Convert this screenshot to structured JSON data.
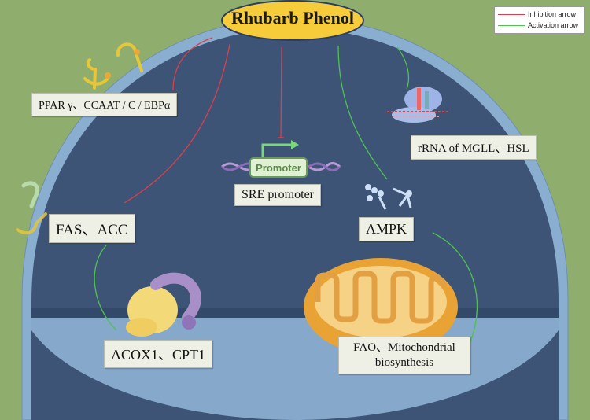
{
  "title": "Rhubarb Phenol",
  "legend": {
    "inhibition": "Inhibition arrow",
    "activation": "Activation arrow"
  },
  "nodes": {
    "ppar": "PPAR γ、CCAAT / C / EBPα",
    "fas": "FAS、ACC",
    "acox": "ACOX1、CPT1",
    "sre": "SRE promoter",
    "promoter": "Promoter",
    "rrna": "rRNA of MGLL、HSL",
    "ampk": "AMPK",
    "fao": "FAO、Mitochondrial biosynthesis"
  },
  "colors": {
    "background": "#8fae6e",
    "cell": "#3d5476",
    "membrane": "#8aaed0",
    "inhibition": "#d9404a",
    "activation": "#4ec24e",
    "title_ellipse": "#f7cc3a"
  }
}
